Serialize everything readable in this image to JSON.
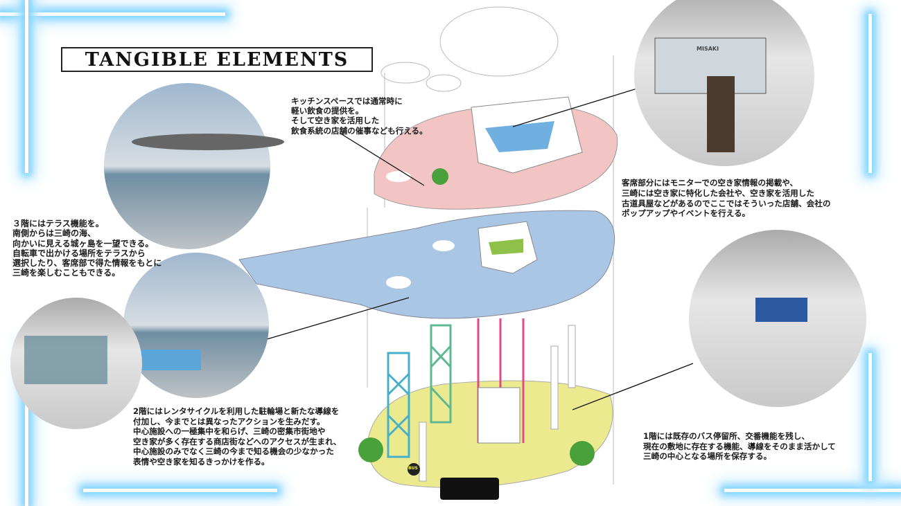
{
  "title": "TANGIBLE ELEMENTS",
  "annotations": {
    "kitchen": "キッチンスペースでは通常時に\n軽い飲食の提供を。\nそして空き家を活用した\n飲食系統の店舗の催事なども行える。",
    "third_floor": "３階にはテラス機能を。\n南側からは三崎の海、\n向かいに見える城ヶ島を一望できる。\n自転車で出かける場所をテラスから\n選択したり、客席部で得た情報をもとに\n三崎を楽しむこともできる。",
    "customer_area": "客席部分にはモニターでの空き家情報の掲載や、\n三崎には空き家に特化した会社や、空き家を活用した\n古道具屋などがあるのでここではそういった店舗、会社の\nポップアップやイベントを行える。",
    "second_floor": "2階にはレンタサイクルを利用した駐輪場と新たな導線を\n付加し、今までとは異なったアクションを生みだす。\n中心施設への一極集中を和らげ、三崎の密集市街地や\n空き家が多く存在する商店街などへのアクセスが生まれ、\n中心施設のみでなく三崎の今まで知る機会の少なかった\n表情や空き家を知るきっかけを作る。",
    "first_floor": "1階には既存のバス停留所、交番機能を残し、\n現在の敷地に存在する機能、導線をそのまま活かして\n三崎の中心となる場所を保存する。"
  },
  "image_labels": {
    "map_sign": "MISAKI",
    "bus_sign": "BUS"
  },
  "colors": {
    "floor3": "#f2c4c4",
    "floor2": "#a9c7e4",
    "floor1": "#ecea8e",
    "glow": "#7fd3ff"
  }
}
